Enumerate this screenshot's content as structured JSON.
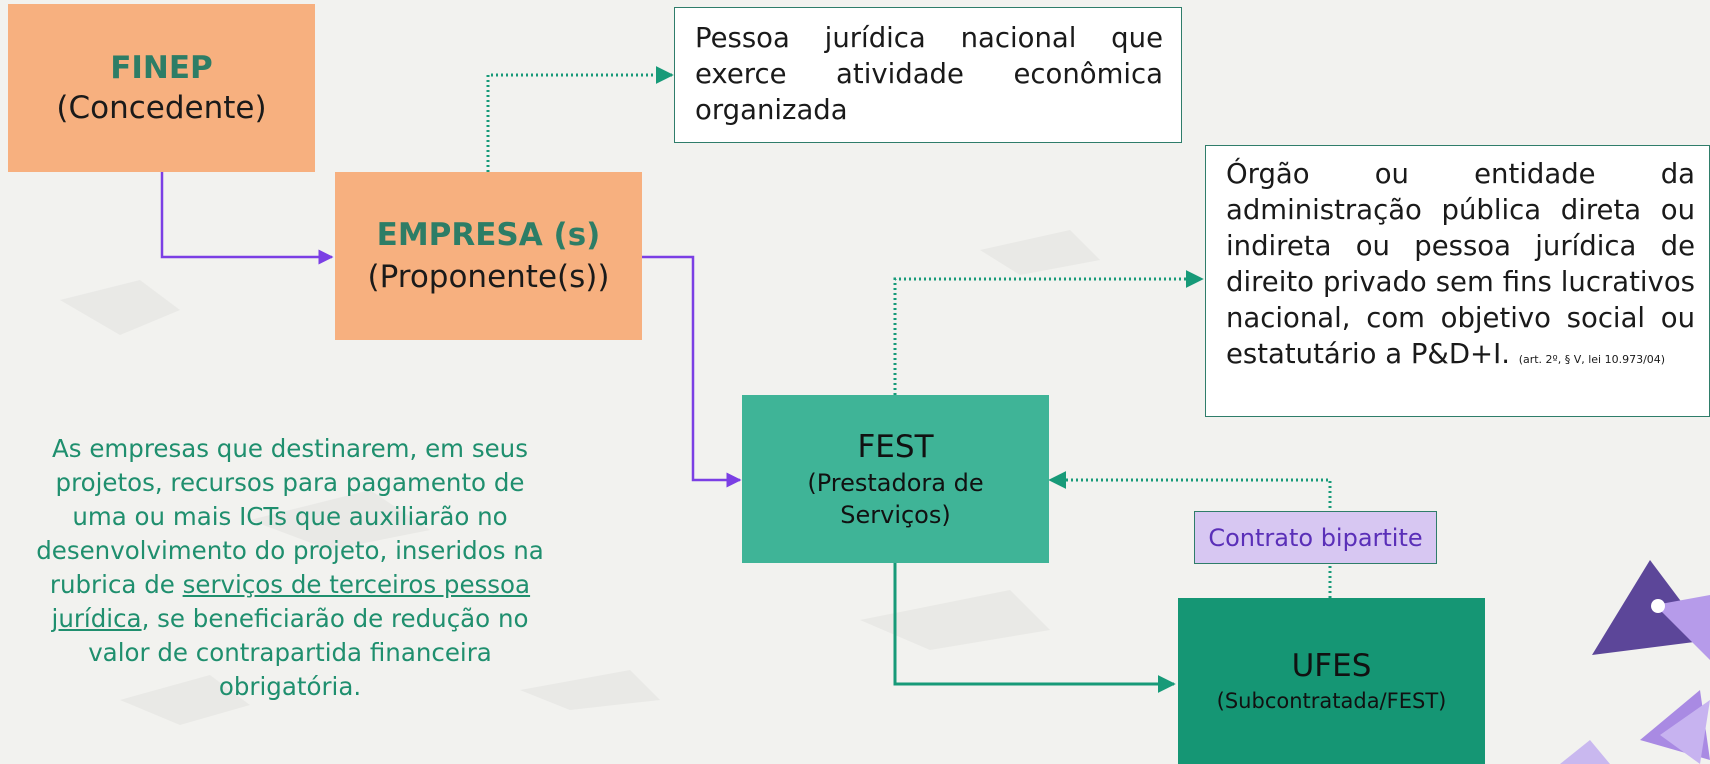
{
  "finep": {
    "title": "FINEP",
    "subtitle": "(Concedente)"
  },
  "empresa": {
    "title": "EMPRESA (s)",
    "subtitle": "(Proponente(s))"
  },
  "fest": {
    "title": "FEST",
    "subtitle_line1": "(Prestadora de",
    "subtitle_line2": "Serviços)"
  },
  "ufes": {
    "title": "UFES",
    "subtitle": "(Subcontratada/FEST)"
  },
  "note_empresa": {
    "text": "Pessoa jurídica nacional que exerce atividade econômica organizada"
  },
  "note_fest": {
    "text": "Órgão ou entidade da administração pública direta ou indireta ou pessoa jurídica de direito privado sem fins lucrativos nacional, com objetivo social ou estatutário a P&D+I.",
    "citation": "(art. 2º, § V, lei 10.973/04)"
  },
  "contract_label": "Contrato bipartite",
  "side_note": {
    "part1": "As empresas que destinarem, em seus projetos, recursos para pagamento de uma ou mais ICTs que auxiliarão no desenvolvimento do projeto, inseridos na rubrica de ",
    "underlined": "serviços de terceiros pessoa jurídica",
    "part2": ", se beneficiarão de redução no valor de contrapartida financeira obrigatória."
  },
  "colors": {
    "orange_box": "#f7b07f",
    "fest_box": "#3fb497",
    "ufes_box": "#159674",
    "purple_arrow": "#7b3fe4",
    "green_arrow": "#179a78",
    "title_green": "#2d7d66",
    "side_text": "#1f8f6e",
    "tag_fill": "#d7c7f2",
    "tag_text": "#5a2fb8"
  }
}
